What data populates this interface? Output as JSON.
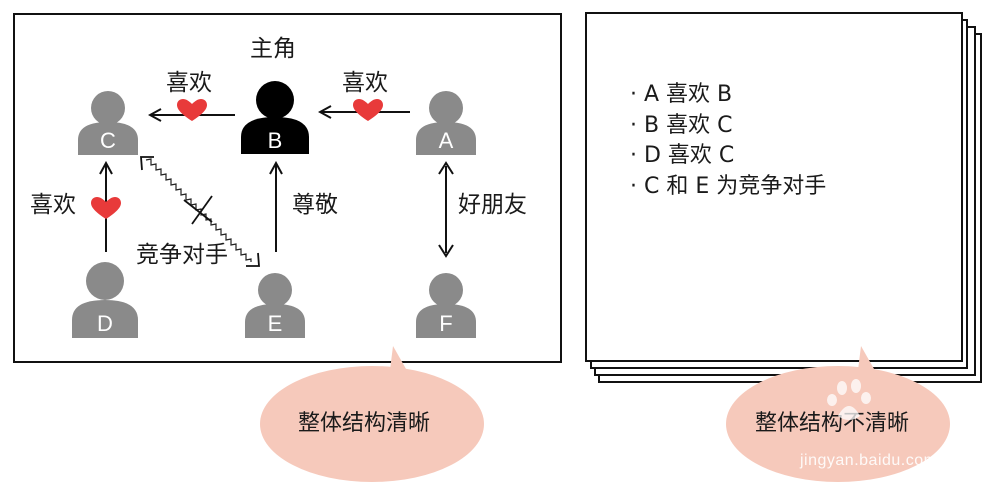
{
  "diagram": {
    "protagonist_label": "主角",
    "persons": [
      {
        "letter": "A"
      },
      {
        "letter": "B"
      },
      {
        "letter": "C"
      },
      {
        "letter": "D"
      },
      {
        "letter": "E"
      },
      {
        "letter": "F"
      }
    ],
    "relations": {
      "like_a_b": "喜欢",
      "like_b_c": "喜欢",
      "like_d_c": "喜欢",
      "respect_e_b": "尊敬",
      "friends_a_f": "好朋友",
      "rivals_c_e": "竞争对手"
    }
  },
  "list_panel": {
    "items": [
      "· A 喜欢 B",
      "· B 喜欢 C",
      "· D 喜欢 C",
      "· C 和 E 为竞争对手"
    ]
  },
  "bubbles": {
    "left": "整体结构清晰",
    "right": "整体结构不清晰"
  },
  "watermark": {
    "text": "jingyan.baidu.com"
  },
  "colors": {
    "person_gray": "#8a8a8a",
    "protagonist": "#000000",
    "heart": "#e83a3a",
    "bubble": "#f6c9bb"
  }
}
